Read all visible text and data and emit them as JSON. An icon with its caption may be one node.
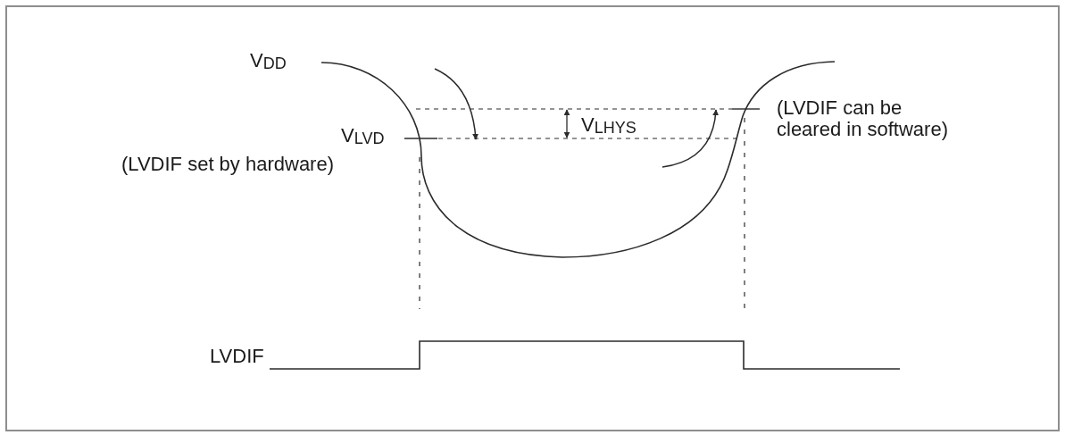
{
  "diagram": {
    "labels": [
      "V$_{DD}$",
      "V$_{LVD}$",
      "(LVDIF set by hardware)",
      "V$_{LHYS}$",
      "(LVDIF can be cleared in software)",
      "LVDIF"
    ]
  }
}
